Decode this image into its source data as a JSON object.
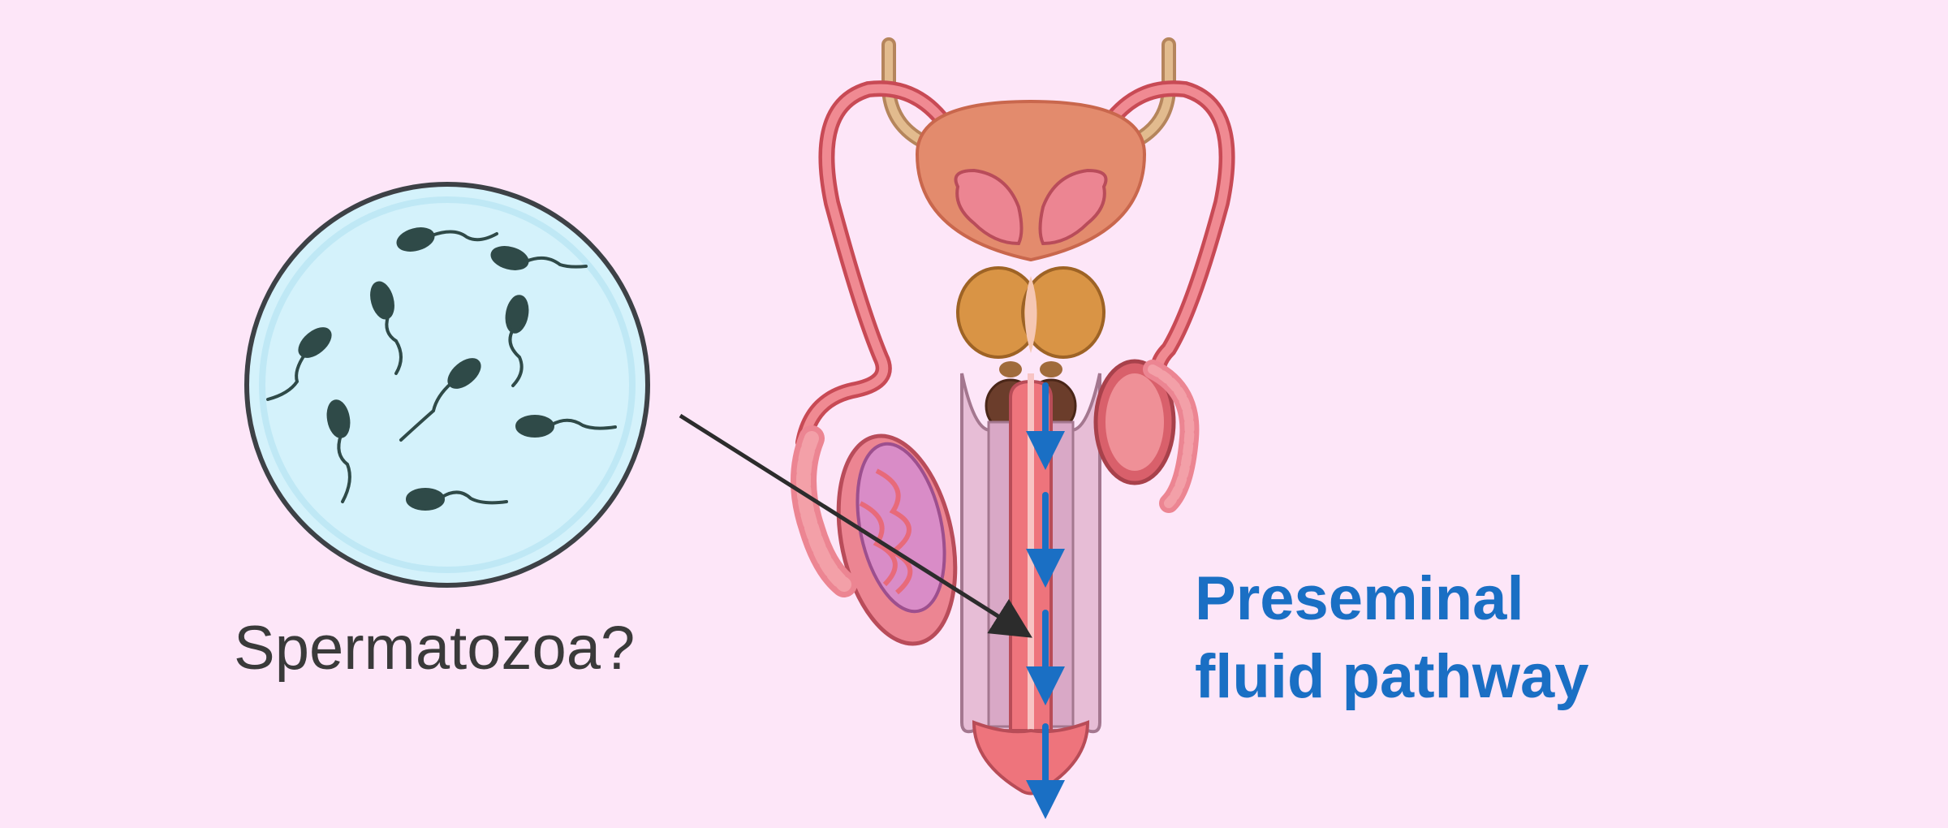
{
  "labels": {
    "sperm_question": "Spermatozoa?",
    "pathway_line1": "Preseminal",
    "pathway_line2": "fluid pathway"
  },
  "colors": {
    "background": "#fde6f8",
    "pathway_blue": "#1a6fc4",
    "circle_fill": "#d4f2fb",
    "circle_stroke": "#3d4146",
    "sperm": "#2f4a48",
    "tissue_red": "#e8707a",
    "prostate": "#e38b6d",
    "gland_orange": "#d99445"
  },
  "icons": [
    "sperm-icon",
    "arrow-icon"
  ]
}
